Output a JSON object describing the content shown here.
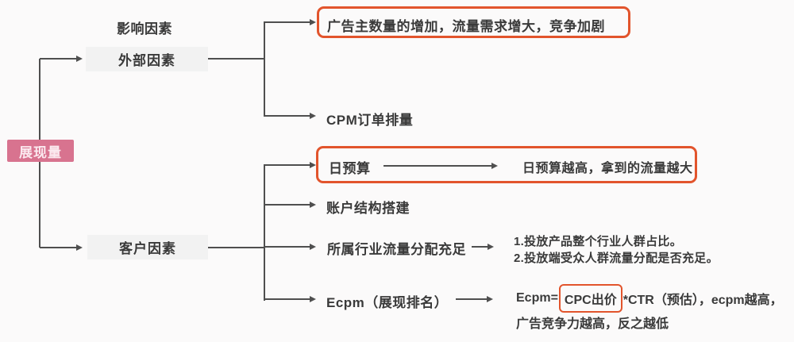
{
  "colors": {
    "accent_pink": "#d8738f",
    "highlight_orange": "#e2542c",
    "node_gray": "#f2f2f2",
    "line": "#4f4f4f",
    "text": "#3a3a3a",
    "background": "#fbfafa"
  },
  "root": {
    "label": "展现量"
  },
  "heading": {
    "label": "影响因素"
  },
  "external": {
    "label": "外部因素",
    "highlight": "广告主数量的增加，流量需求增大，竞争加剧",
    "cpm": "CPM订单排量"
  },
  "customer": {
    "label": "客户因素",
    "budget": {
      "label": "日预算",
      "note": "日预算越高，拿到的流量越大"
    },
    "account": {
      "label": "账户结构搭建"
    },
    "industry": {
      "label": "所属行业流量分配充足",
      "note1": "1.投放产品整个行业人群占比。",
      "note2": "2.投放端受众人群流量分配是否充足。"
    },
    "ecpm": {
      "label": "Ecpm（展现排名）",
      "formula_prefix": "Ecpm=",
      "formula_highlight": "CPC出价",
      "formula_suffix": "*CTR（预估），ecpm越高，",
      "formula_line2": "广告竞争力越高，反之越低"
    }
  }
}
